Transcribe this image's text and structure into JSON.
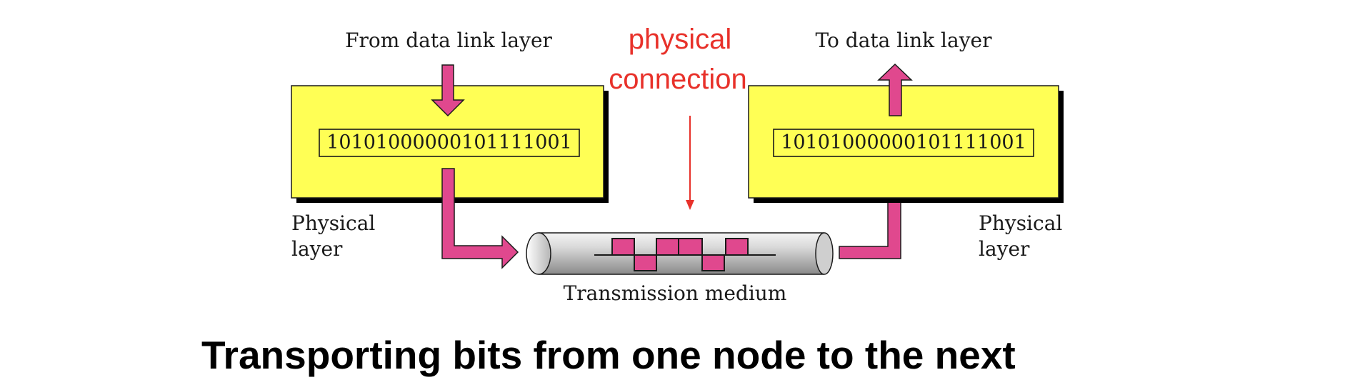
{
  "diagram": {
    "left_node": {
      "top_label": "From data link layer",
      "bits": "10101000000101111001",
      "side_label_line1": "Physical",
      "side_label_line2": "layer"
    },
    "right_node": {
      "top_label": "To data link layer",
      "bits": "10101000000101111001",
      "side_label_line1": "Physical",
      "side_label_line2": "layer"
    },
    "annotation": {
      "line1": "physical",
      "line2": "connection"
    },
    "medium_label": "Transmission medium"
  },
  "caption": "Transporting bits from one node to the next",
  "colors": {
    "box_fill": "#ffff55",
    "arrow_fill": "#e0488e",
    "annotation_red": "#e8312a"
  }
}
